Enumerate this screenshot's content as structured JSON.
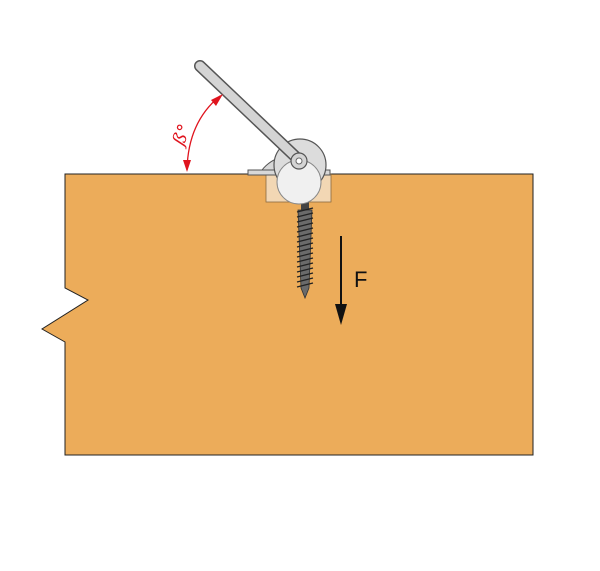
{
  "labels": {
    "force": "F",
    "angle": "ß°"
  },
  "colors": {
    "beam": "#ecac5a",
    "outline": "#222222",
    "angle_mark": "#e0141e",
    "metal": "#d8d8d8",
    "metal_dark": "#8c8c8c",
    "recess": "#f2d7b4",
    "screw": "#555555",
    "arrow": "#111111"
  },
  "icons": {
    "beam": "timber-beam-cross-section",
    "break": "zigzag-break-line",
    "handle": "lifting-anchor-handle",
    "screw": "wood-screw-icon",
    "arrow": "force-arrow-down"
  }
}
